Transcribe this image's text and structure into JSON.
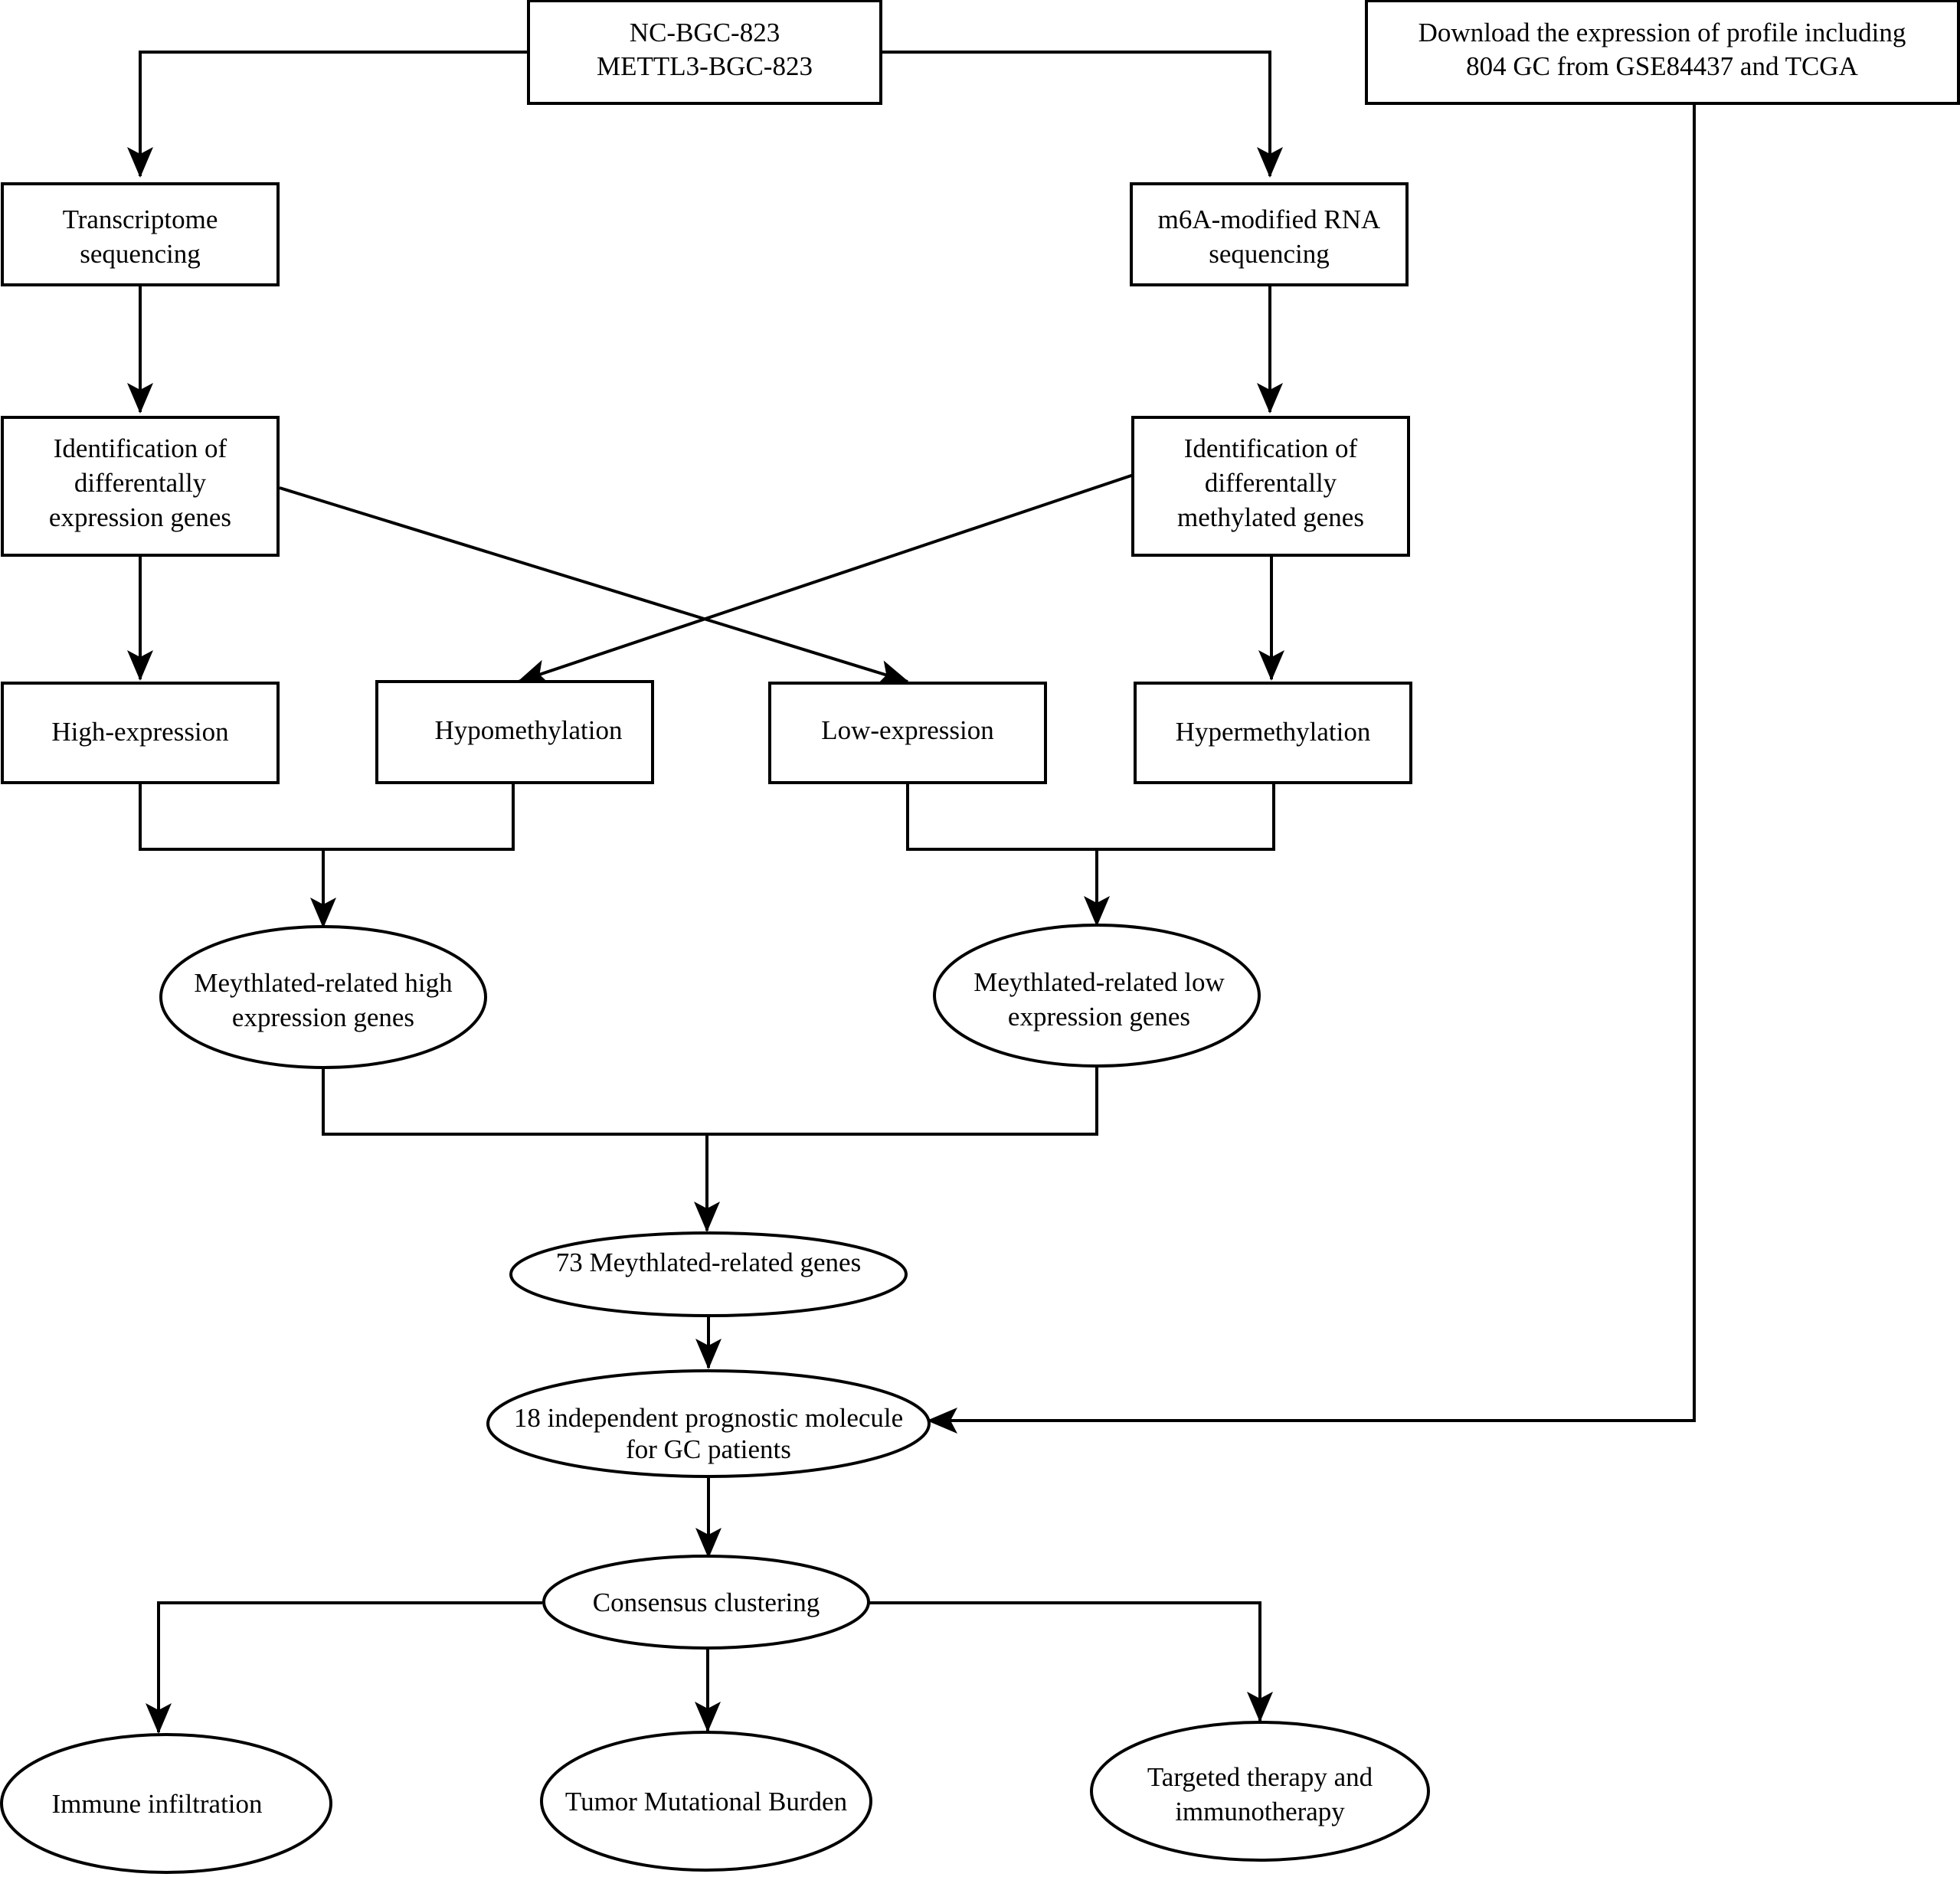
{
  "nodes": {
    "cells": {
      "lines": [
        "NC-BGC-823",
        "METTL3-BGC-823"
      ]
    },
    "download": {
      "lines": [
        "Download the expression of profile including",
        "804 GC from GSE84437 and TCGA"
      ]
    },
    "transcriptome": {
      "lines": [
        "Transcriptome",
        "sequencing"
      ]
    },
    "m6a_seq": {
      "lines": [
        "m6A-modified RNA",
        "sequencing"
      ]
    },
    "deg": {
      "lines": [
        "Identification of",
        "differentally",
        "expression genes"
      ]
    },
    "dmg": {
      "lines": [
        "Identification of",
        "differentally",
        "methylated genes"
      ]
    },
    "high_expr": {
      "lines": [
        "High-expression"
      ]
    },
    "hypometh": {
      "lines": [
        "Hypomethylation"
      ]
    },
    "low_expr": {
      "lines": [
        "Low-expression"
      ]
    },
    "hypermeth": {
      "lines": [
        "Hypermethylation"
      ]
    },
    "meth_high": {
      "lines": [
        "Meythlated-related high",
        "expression genes"
      ]
    },
    "meth_low": {
      "lines": [
        "Meythlated-related low",
        "expression genes"
      ]
    },
    "meth_73": {
      "lines": [
        "73  Meythlated-related genes"
      ]
    },
    "prognostic": {
      "lines": [
        "18 independent prognostic molecule",
        "for GC patients"
      ]
    },
    "consensus": {
      "lines": [
        "Consensus clustering"
      ]
    },
    "immune": {
      "lines": [
        "Immune infiltration"
      ]
    },
    "tmb": {
      "lines": [
        "Tumor Mutational Burden"
      ]
    },
    "therapy": {
      "lines": [
        "Targeted therapy and",
        "immunotherapy"
      ]
    }
  }
}
